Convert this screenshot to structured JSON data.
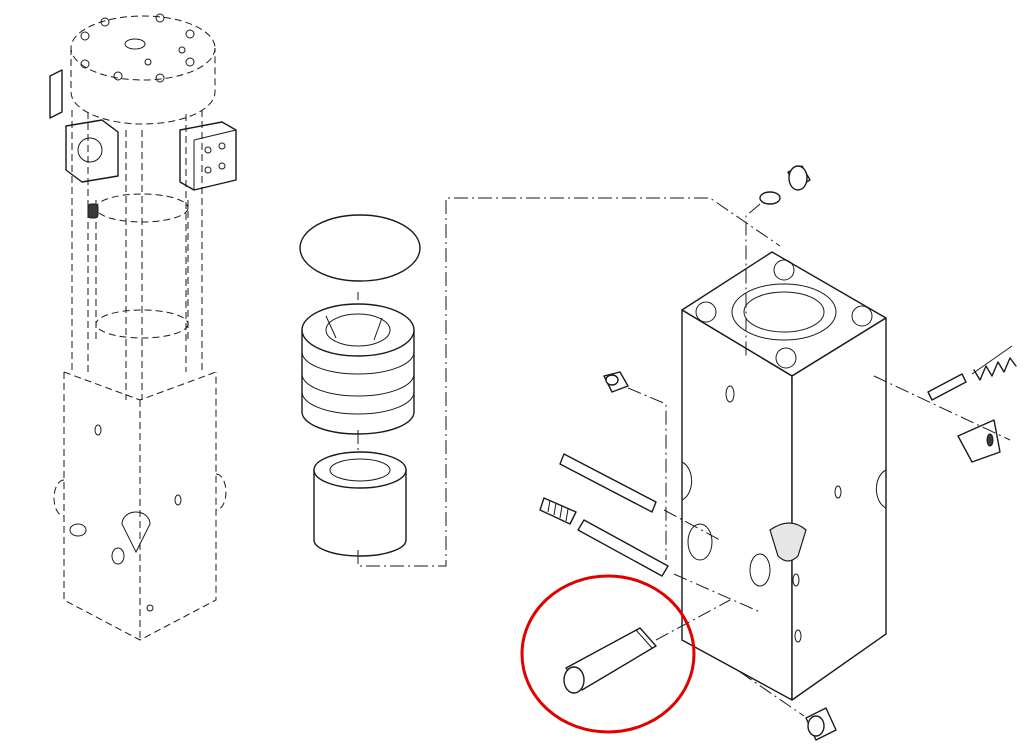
{
  "drawing": {
    "type": "exploded-view technical line drawing",
    "background": "#ffffff",
    "line_color": "#1a1a1a",
    "highlight": {
      "shape": "ellipse",
      "color": "#e00000",
      "target": "pin"
    }
  }
}
